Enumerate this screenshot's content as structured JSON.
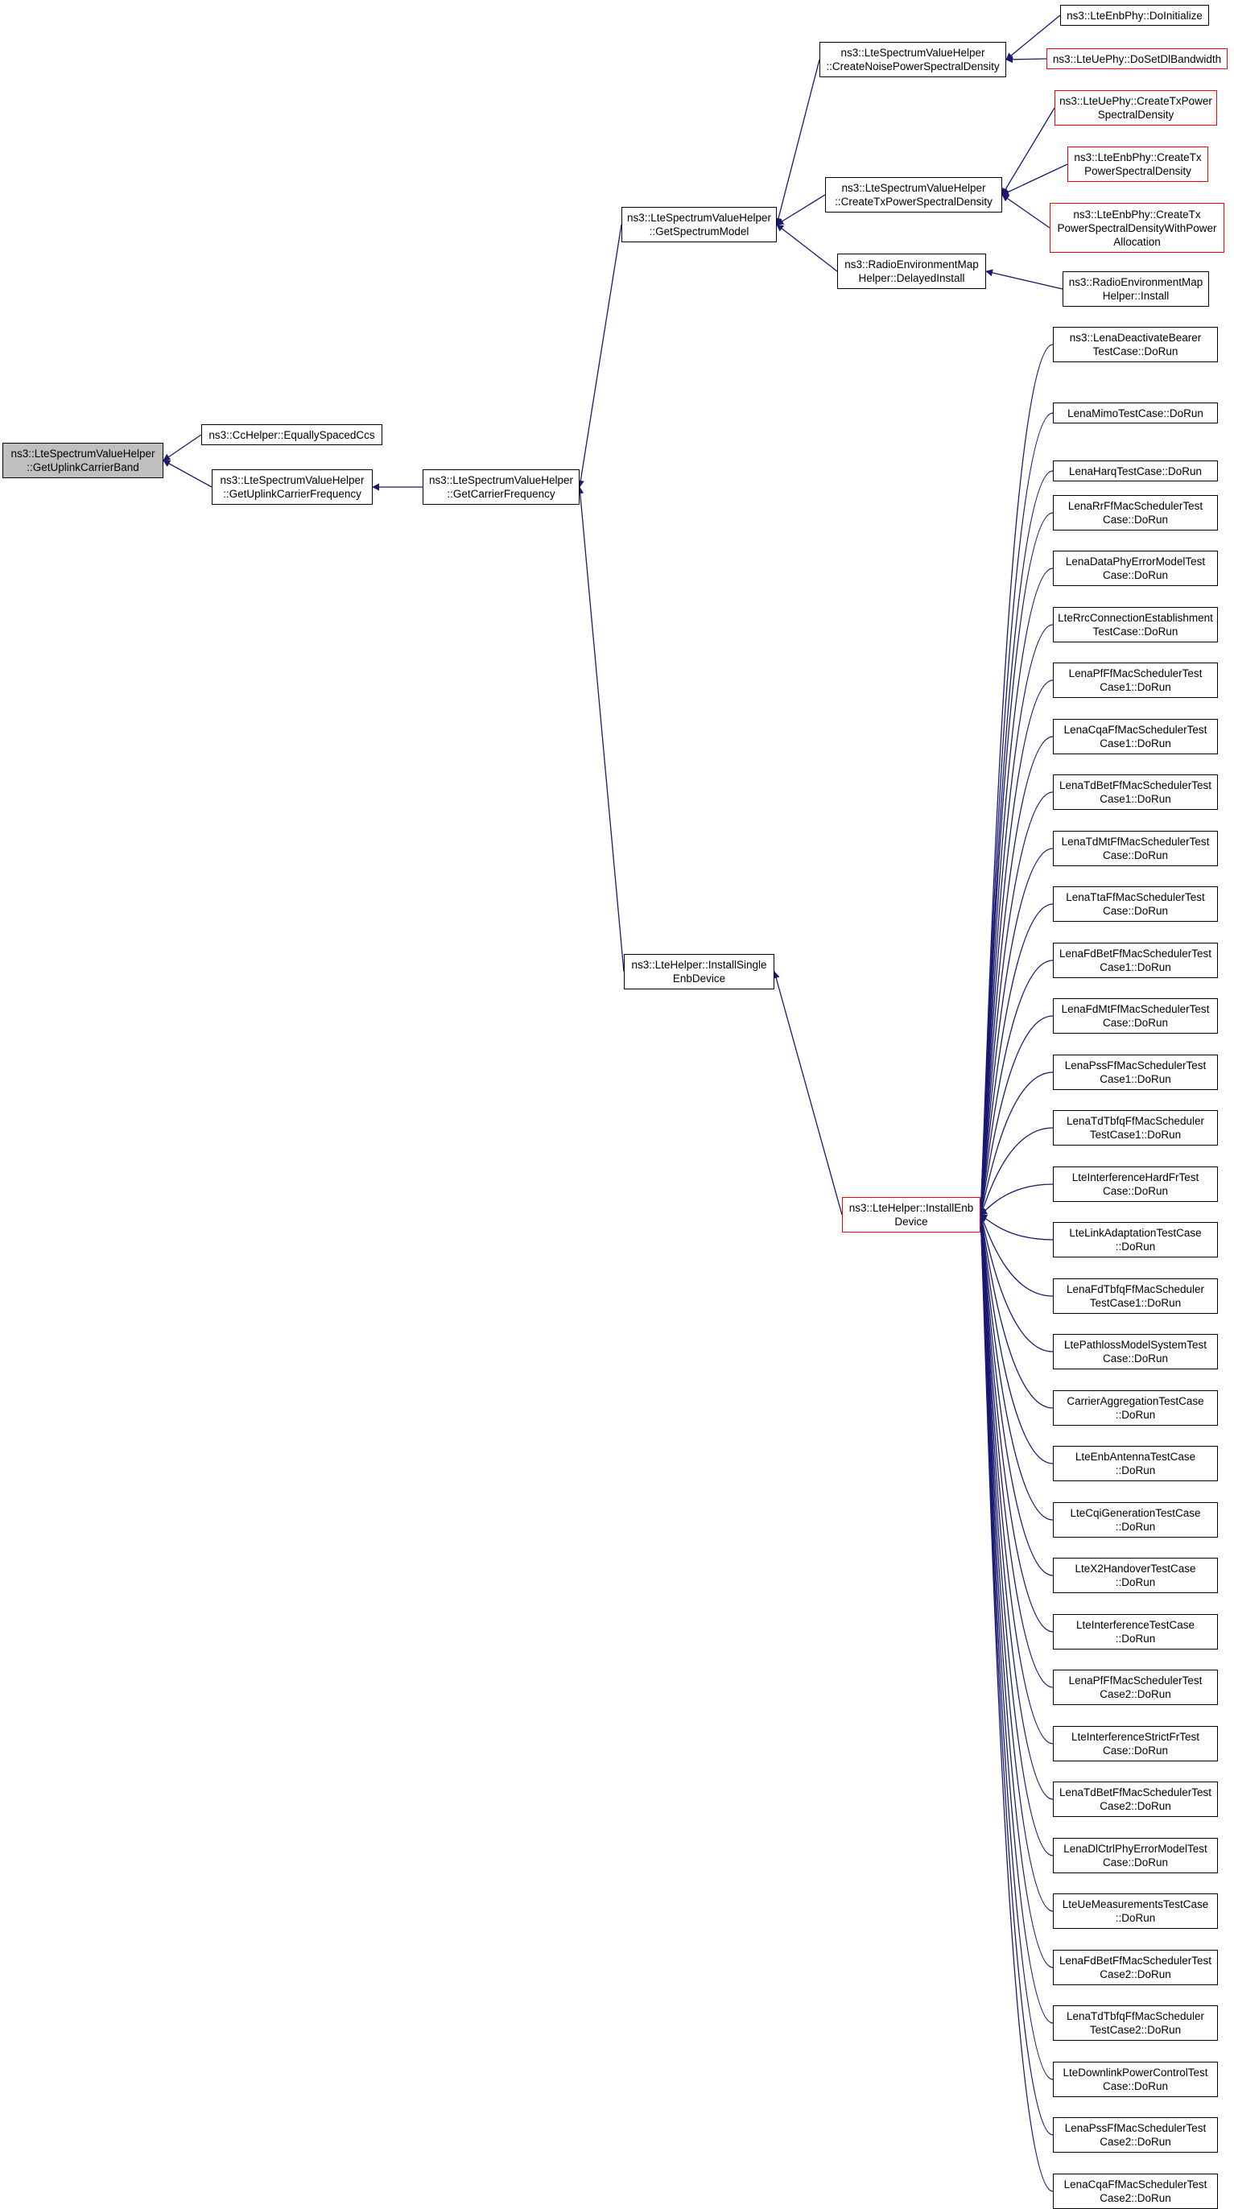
{
  "colors": {
    "edge": "#191970",
    "box_border": "#000000",
    "truncated_border": "#ff0000",
    "root_fill": "#bfbfbf"
  },
  "nodes": [
    {
      "id": "n0",
      "label": "ns3::LteSpectrumValueHelper\n::GetUplinkCarrierBand",
      "style": "root"
    },
    {
      "id": "n1",
      "label": "ns3::CcHelper::EquallySpacedCcs"
    },
    {
      "id": "n2",
      "label": "ns3::LteSpectrumValueHelper\n::GetUplinkCarrierFrequency"
    },
    {
      "id": "n3",
      "label": "ns3::LteSpectrumValueHelper\n::GetCarrierFrequency"
    },
    {
      "id": "n4",
      "label": "ns3::LteSpectrumValueHelper\n::GetSpectrumModel"
    },
    {
      "id": "n5",
      "label": "ns3::LteSpectrumValueHelper\n::CreateNoisePowerSpectralDensity"
    },
    {
      "id": "n6",
      "label": "ns3::LteEnbPhy::DoInitialize"
    },
    {
      "id": "n7",
      "label": "ns3::LteUePhy::DoSetDlBandwidth",
      "style": "red"
    },
    {
      "id": "n8",
      "label": "ns3::LteSpectrumValueHelper\n::CreateTxPowerSpectralDensity"
    },
    {
      "id": "n9",
      "label": "ns3::LteUePhy::CreateTxPower\nSpectralDensity",
      "style": "red"
    },
    {
      "id": "n10",
      "label": "ns3::LteEnbPhy::CreateTx\nPowerSpectralDensity",
      "style": "red"
    },
    {
      "id": "n11",
      "label": "ns3::LteEnbPhy::CreateTx\nPowerSpectralDensityWithPower\nAllocation",
      "style": "red"
    },
    {
      "id": "n12",
      "label": "ns3::RadioEnvironmentMap\nHelper::DelayedInstall"
    },
    {
      "id": "n13",
      "label": "ns3::RadioEnvironmentMap\nHelper::Install"
    },
    {
      "id": "n14",
      "label": "ns3::LteHelper::InstallSingle\nEnbDevice"
    },
    {
      "id": "n15",
      "label": "ns3::LteHelper::InstallEnb\nDevice",
      "style": "red"
    },
    {
      "id": "t0",
      "label": "ns3::LenaDeactivateBearer\nTestCase::DoRun"
    },
    {
      "id": "t1",
      "label": "LenaMimoTestCase::DoRun"
    },
    {
      "id": "t2",
      "label": "LenaHarqTestCase::DoRun"
    },
    {
      "id": "t3",
      "label": "LenaRrFfMacSchedulerTest\nCase::DoRun"
    },
    {
      "id": "t4",
      "label": "LenaDataPhyErrorModelTest\nCase::DoRun"
    },
    {
      "id": "t5",
      "label": "LteRrcConnectionEstablishment\nTestCase::DoRun"
    },
    {
      "id": "t6",
      "label": "LenaPfFfMacSchedulerTest\nCase1::DoRun"
    },
    {
      "id": "t7",
      "label": "LenaCqaFfMacSchedulerTest\nCase1::DoRun"
    },
    {
      "id": "t8",
      "label": "LenaTdBetFfMacSchedulerTest\nCase1::DoRun"
    },
    {
      "id": "t9",
      "label": "LenaTdMtFfMacSchedulerTest\nCase::DoRun"
    },
    {
      "id": "t10",
      "label": "LenaTtaFfMacSchedulerTest\nCase::DoRun"
    },
    {
      "id": "t11",
      "label": "LenaFdBetFfMacSchedulerTest\nCase1::DoRun"
    },
    {
      "id": "t12",
      "label": "LenaFdMtFfMacSchedulerTest\nCase::DoRun"
    },
    {
      "id": "t13",
      "label": "LenaPssFfMacSchedulerTest\nCase1::DoRun"
    },
    {
      "id": "t14",
      "label": "LenaTdTbfqFfMacScheduler\nTestCase1::DoRun"
    },
    {
      "id": "t15",
      "label": "LteInterferenceHardFrTest\nCase::DoRun"
    },
    {
      "id": "t16",
      "label": "LteLinkAdaptationTestCase\n::DoRun"
    },
    {
      "id": "t17",
      "label": "LenaFdTbfqFfMacScheduler\nTestCase1::DoRun"
    },
    {
      "id": "t18",
      "label": "LtePathlossModelSystemTest\nCase::DoRun"
    },
    {
      "id": "t19",
      "label": "CarrierAggregationTestCase\n::DoRun"
    },
    {
      "id": "t20",
      "label": "LteEnbAntennaTestCase\n::DoRun"
    },
    {
      "id": "t21",
      "label": "LteCqiGenerationTestCase\n::DoRun"
    },
    {
      "id": "t22",
      "label": "LteX2HandoverTestCase\n::DoRun"
    },
    {
      "id": "t23",
      "label": "LteInterferenceTestCase\n::DoRun"
    },
    {
      "id": "t24",
      "label": "LenaPfFfMacSchedulerTest\nCase2::DoRun"
    },
    {
      "id": "t25",
      "label": "LteInterferenceStrictFrTest\nCase::DoRun"
    },
    {
      "id": "t26",
      "label": "LenaTdBetFfMacSchedulerTest\nCase2::DoRun"
    },
    {
      "id": "t27",
      "label": "LenaDlCtrlPhyErrorModelTest\nCase::DoRun"
    },
    {
      "id": "t28",
      "label": "LteUeMeasurementsTestCase\n::DoRun"
    },
    {
      "id": "t29",
      "label": "LenaFdBetFfMacSchedulerTest\nCase2::DoRun"
    },
    {
      "id": "t30",
      "label": "LenaTdTbfqFfMacScheduler\nTestCase2::DoRun"
    },
    {
      "id": "t31",
      "label": "LteDownlinkPowerControlTest\nCase::DoRun"
    },
    {
      "id": "t32",
      "label": "LenaPssFfMacSchedulerTest\nCase2::DoRun"
    },
    {
      "id": "t33",
      "label": "LenaCqaFfMacSchedulerTest\nCase2::DoRun"
    }
  ],
  "edges": [
    [
      "n1",
      "n0"
    ],
    [
      "n2",
      "n0"
    ],
    [
      "n3",
      "n2"
    ],
    [
      "n4",
      "n3"
    ],
    [
      "n14",
      "n3"
    ],
    [
      "n5",
      "n4"
    ],
    [
      "n8",
      "n4"
    ],
    [
      "n12",
      "n4"
    ],
    [
      "n6",
      "n5"
    ],
    [
      "n7",
      "n5"
    ],
    [
      "n9",
      "n8"
    ],
    [
      "n10",
      "n8"
    ],
    [
      "n11",
      "n8"
    ],
    [
      "n13",
      "n12"
    ],
    [
      "n15",
      "n14"
    ],
    [
      "t0",
      "n15"
    ],
    [
      "t1",
      "n15"
    ],
    [
      "t2",
      "n15"
    ],
    [
      "t3",
      "n15"
    ],
    [
      "t4",
      "n15"
    ],
    [
      "t5",
      "n15"
    ],
    [
      "t6",
      "n15"
    ],
    [
      "t7",
      "n15"
    ],
    [
      "t8",
      "n15"
    ],
    [
      "t9",
      "n15"
    ],
    [
      "t10",
      "n15"
    ],
    [
      "t11",
      "n15"
    ],
    [
      "t12",
      "n15"
    ],
    [
      "t13",
      "n15"
    ],
    [
      "t14",
      "n15"
    ],
    [
      "t15",
      "n15"
    ],
    [
      "t16",
      "n15"
    ],
    [
      "t17",
      "n15"
    ],
    [
      "t18",
      "n15"
    ],
    [
      "t19",
      "n15"
    ],
    [
      "t20",
      "n15"
    ],
    [
      "t21",
      "n15"
    ],
    [
      "t22",
      "n15"
    ],
    [
      "t23",
      "n15"
    ],
    [
      "t24",
      "n15"
    ],
    [
      "t25",
      "n15"
    ],
    [
      "t26",
      "n15"
    ],
    [
      "t27",
      "n15"
    ],
    [
      "t28",
      "n15"
    ],
    [
      "t29",
      "n15"
    ],
    [
      "t30",
      "n15"
    ],
    [
      "t31",
      "n15"
    ],
    [
      "t32",
      "n15"
    ],
    [
      "t33",
      "n15"
    ]
  ]
}
